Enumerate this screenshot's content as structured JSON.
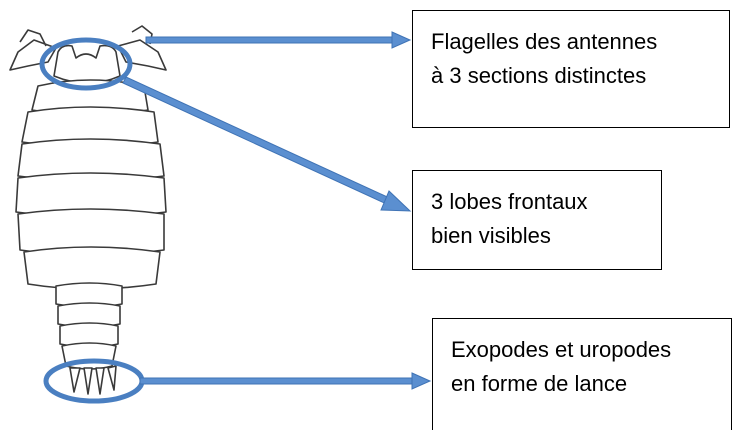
{
  "colors": {
    "arrow": "#5b8fd0",
    "arrow_stroke": "#3f73b5",
    "ellipse": "#4a7fc1",
    "outline": "#000000",
    "specimen_line": "#3a3a3a"
  },
  "labels": {
    "antennes": {
      "line1": "Flagelles des antennes",
      "line2": "à 3 sections distinctes"
    },
    "lobes": {
      "line1": "3 lobes frontaux",
      "line2": "bien visibles"
    },
    "lance": {
      "line1": "Exopodes et uropodes",
      "line2": "en forme de lance"
    }
  }
}
